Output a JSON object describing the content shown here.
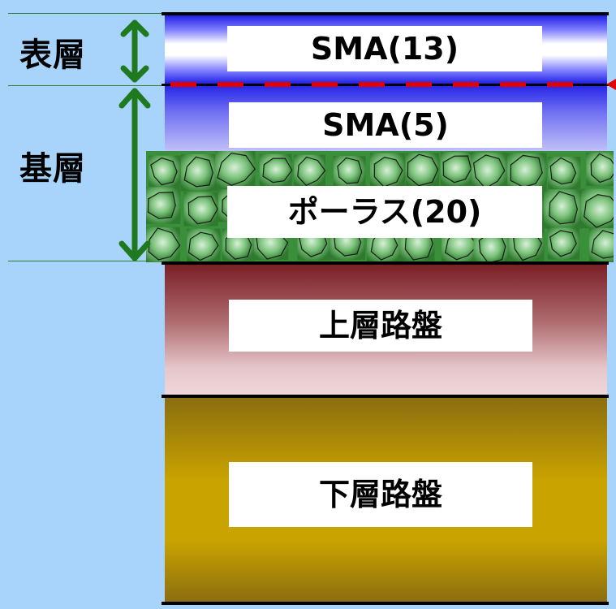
{
  "left_labels": {
    "surface": "表層",
    "base": "基層"
  },
  "layers": {
    "sma13": "SMA(13)",
    "sma5": "SMA(5)",
    "porous": "ポーラス(20)",
    "upper_subbase": "上層路盤",
    "lower_subbase": "下層路盤"
  },
  "colors": {
    "background": "#a8d4fb",
    "sma_blue": "#2323e6",
    "porous_green": "#3c9a3c",
    "upper_subbase_top": "#7a1f26",
    "lower_subbase": "#c9a300",
    "arrow_green": "#1f7a1f",
    "interface_dash": "#e00000"
  }
}
